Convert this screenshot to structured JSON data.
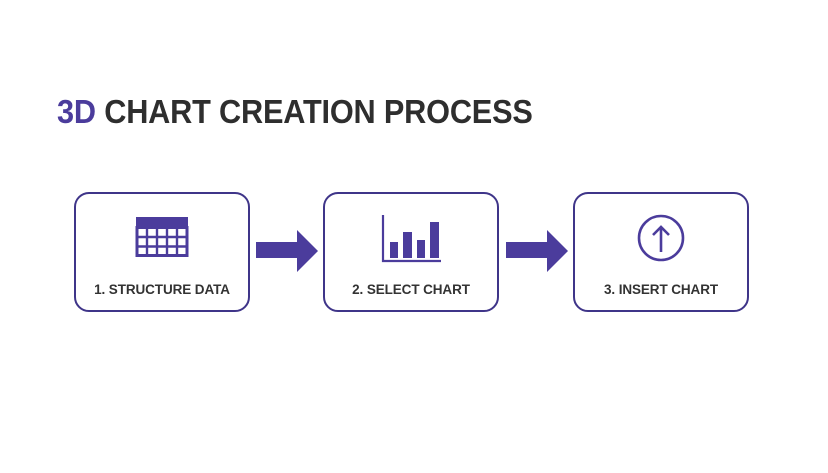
{
  "title": {
    "accent": "3D",
    "rest": " CHART CREATION PROCESS"
  },
  "colors": {
    "accent": "#4b3c9c",
    "border": "#3f3589",
    "text": "#333333",
    "background": "#ffffff"
  },
  "steps": [
    {
      "number": 1,
      "label": "1. STRUCTURE DATA",
      "icon": "table-icon"
    },
    {
      "number": 2,
      "label": "2. SELECT CHART",
      "icon": "bar-chart-icon"
    },
    {
      "number": 3,
      "label": "3. INSERT CHART",
      "icon": "upload-circle-icon"
    }
  ],
  "connectors": [
    {
      "from": 1,
      "to": 2,
      "icon": "arrow-right-icon"
    },
    {
      "from": 2,
      "to": 3,
      "icon": "arrow-right-icon"
    }
  ]
}
